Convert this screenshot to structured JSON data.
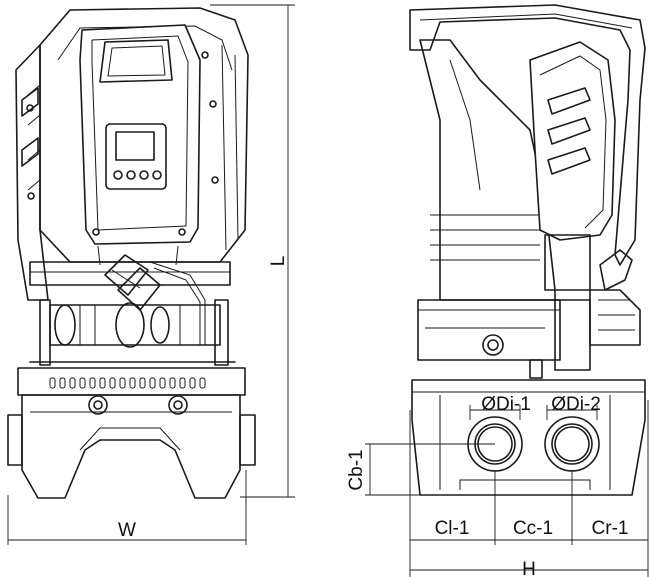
{
  "drawing": {
    "front_view": {
      "width_label": "W",
      "length_label": "L"
    },
    "side_view": {
      "inlet_label": "ØDi-1",
      "outlet_label": "ØDi-2",
      "base_to_center_label": "Cb-1",
      "left_offset_label": "Cl-1",
      "center_spacing_label": "Cc-1",
      "right_offset_label": "Cr-1",
      "depth_label": "H"
    }
  }
}
